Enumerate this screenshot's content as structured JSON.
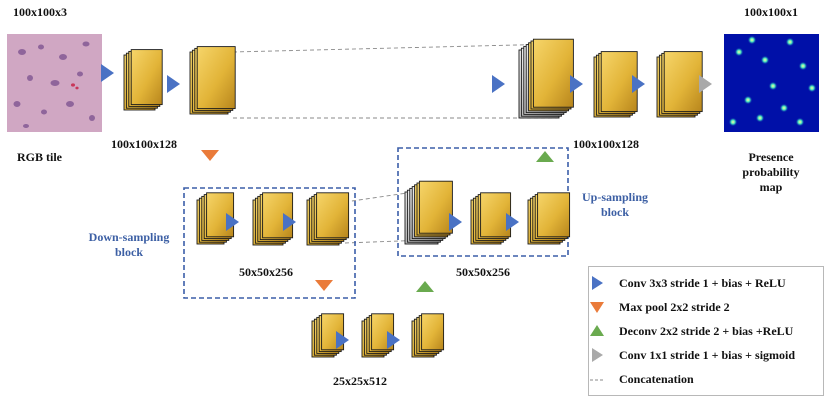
{
  "labels": {
    "input_dims": "100x100x3",
    "output_dims": "100x100x1",
    "rgb_tile": "RGB tile",
    "presence_map": "Presence\nprobability map",
    "enc1_dims": "100x100x128",
    "dec1_dims": "100x100x128",
    "enc2_dims": "50x50x256",
    "dec2_dims": "50x50x256",
    "bottleneck_dims": "25x25x512",
    "down_block": "Down-sampling\nblock",
    "up_block": "Up-sampling\nblock"
  },
  "legend": [
    {
      "symbol": "blue-triangle",
      "label": "Conv 3x3 stride 1 + bias + ReLU"
    },
    {
      "symbol": "orange-triangle",
      "label": "Max pool 2x2 stride 2"
    },
    {
      "symbol": "green-triangle",
      "label": "Deconv 2x2 stride 2 + bias +ReLU"
    },
    {
      "symbol": "gray-triangle",
      "label": "Conv 1x1 stride 1 + bias + sigmoid"
    },
    {
      "symbol": "dashed-line",
      "label": "Concatenation"
    }
  ],
  "colors": {
    "conv": "#4a72c4",
    "pool": "#ea7b3a",
    "deconv": "#6aaa4f",
    "sigmoid": "#a9a9a9",
    "block_border": "#3b5ea9",
    "block_label": "#3c5fa4",
    "feature_map": "#e3b73a"
  }
}
